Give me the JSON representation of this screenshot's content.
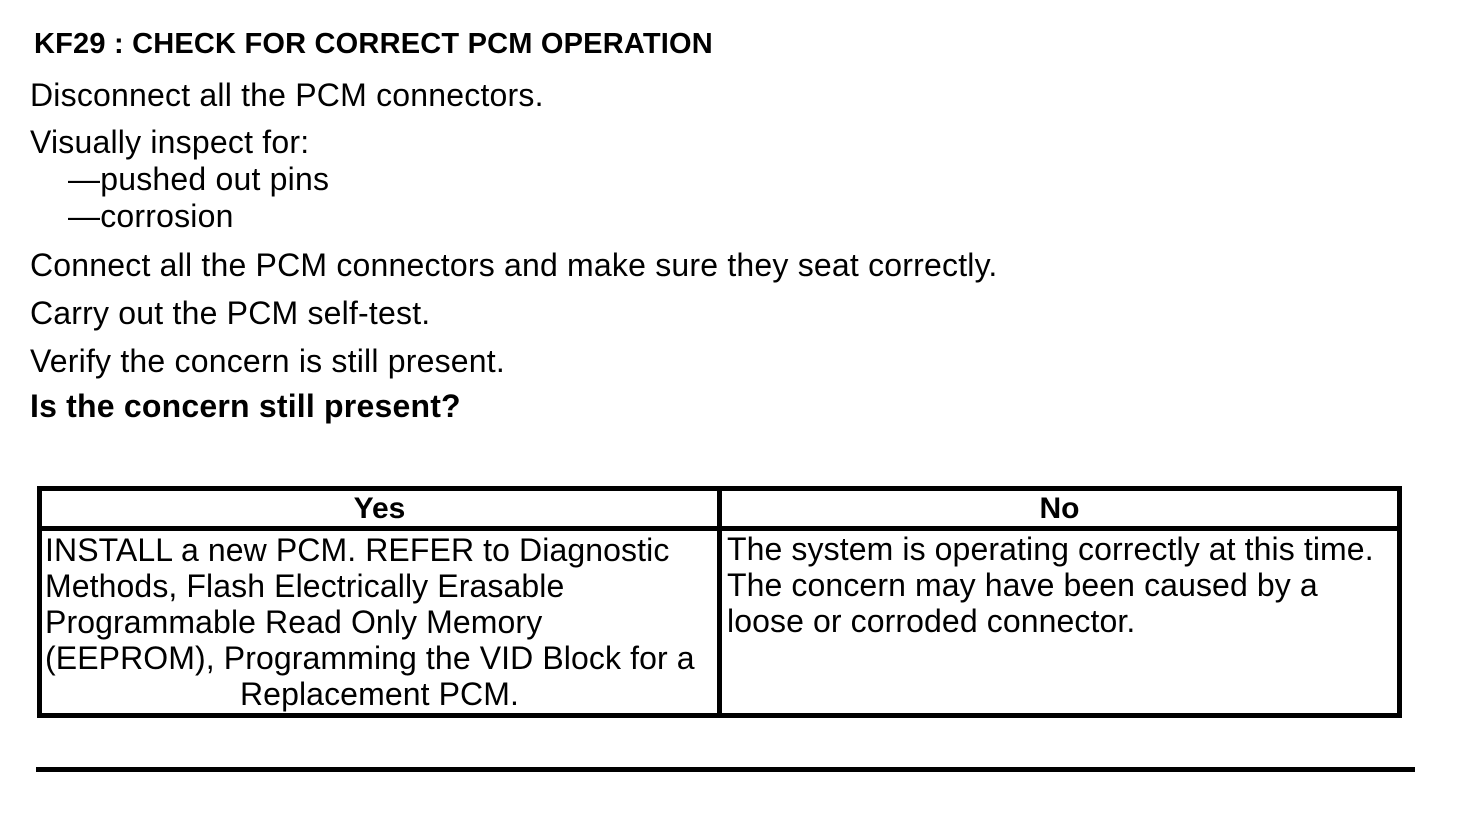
{
  "document": {
    "heading": "KF29 : CHECK FOR CORRECT PCM OPERATION",
    "steps": {
      "disconnect": "Disconnect all the PCM connectors.",
      "inspect_intro": "Visually inspect for:",
      "inspect_items": [
        "—pushed out pins",
        "—corrosion"
      ],
      "connect": "Connect all the PCM connectors and make sure they seat correctly.",
      "self_test": "Carry out the PCM self-test.",
      "verify": "Verify the concern is still present.",
      "question": "Is the concern still present?"
    },
    "decision_table": {
      "headers": [
        "Yes",
        "No"
      ],
      "yes_lines": [
        "INSTALL a new PCM. REFER to Diagnostic",
        "Methods, Flash Electrically Erasable",
        "Programmable Read Only Memory",
        "(EEPROM), Programming the VID Block for a",
        "Replacement PCM."
      ],
      "no_lines": [
        "The system is operating correctly at this time.",
        "The concern may have been caused by a",
        "loose or corroded connector."
      ]
    },
    "colors": {
      "text": "#000000",
      "background": "#ffffff",
      "border": "#000000"
    }
  }
}
